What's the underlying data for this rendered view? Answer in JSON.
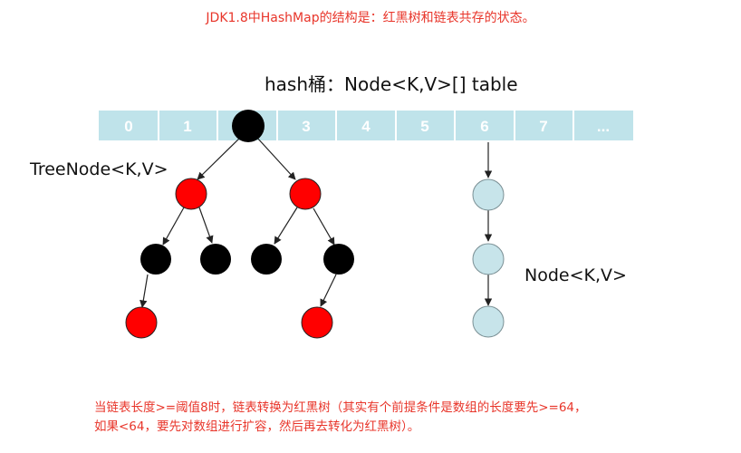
{
  "title": "JDK1.8中HashMap的结构是：红黑树和链表共存的状态。",
  "bucket_caption": "hash桶：Node<K,V>[] table",
  "bucket_labels": [
    "0",
    "1",
    "",
    "3",
    "4",
    "5",
    "6",
    "7",
    "..."
  ],
  "tree_label": "TreeNode<K,V>",
  "list_label": "Node<K,V>",
  "note_line1": "当链表长度>=阈值8时，链表转换为红黑树（其实有个前提条件是数组的长度要先>=64，",
  "note_line2": "如果<64，要先对数组进行扩容，然后再去转化为红黑树）。",
  "colors": {
    "accent_red": "#e8352a",
    "bucket_fill": "#bfe3ea",
    "tree_black": "#000000",
    "tree_red": "#ff0000",
    "list_node": "#c7e4ea"
  }
}
